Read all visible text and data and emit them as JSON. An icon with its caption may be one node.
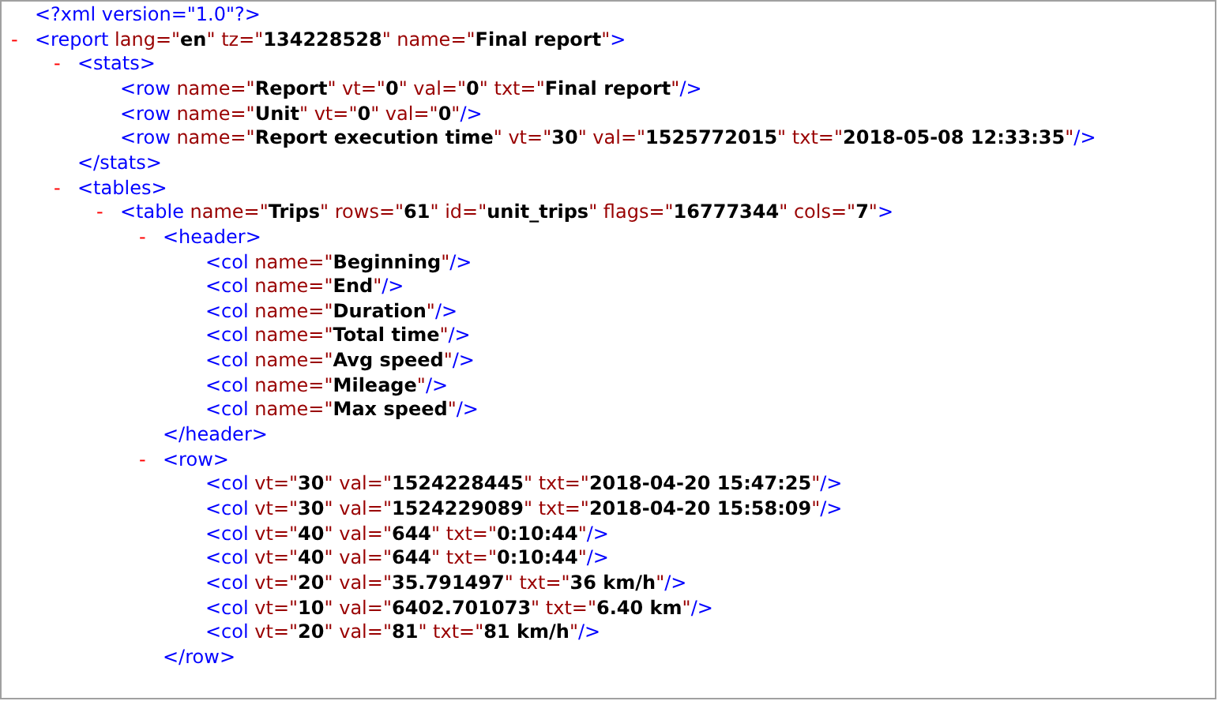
{
  "diagram": {
    "labels": [
      "<?xml version=\"1.0\"?>",
      "-",
      "<report lang=\"en\" tz=\"134228528\" name=\"Final report\">",
      "-",
      "<stats>",
      "<row name=\"Report\" vt=\"0\" val=\"0\" txt=\"Final report\"/>",
      "<row name=\"Unit\" vt=\"0\" val=\"0\"/>",
      "<row name=\"Report execution time\" vt=\"30\" val=\"1525772015\" txt=\"2018-05-08 12:33:35\"/>",
      "</stats>",
      "-",
      "<tables>",
      "-",
      "<table name=\"Trips\" rows=\"61\" id=\"unit_trips\" flags=\"16777344\" cols=\"7\">",
      "-",
      "<header>",
      "<col name=\"Beginning\"/>",
      "<col name=\"End\"/>",
      "<col name=\"Duration\"/>",
      "<col name=\"Total time\"/>",
      "<col name=\"Avg speed\"/>",
      "<col name=\"Mileage\"/>",
      "<col name=\"Max speed\"/>",
      "</header>",
      "-",
      "<row>",
      "<col vt=\"30\" val=\"1524228445\" txt=\"2018-04-20 15:47:25\"/>",
      "<col vt=\"30\" val=\"1524229089\" txt=\"2018-04-20 15:58:09\"/>",
      "<col vt=\"40\" val=\"644\" txt=\"0:10:44\"/>",
      "<col vt=\"40\" val=\"644\" txt=\"0:10:44\"/>",
      "<col vt=\"20\" val=\"35.791497\" txt=\"36 km/h\"/>",
      "<col vt=\"10\" val=\"6402.701073\" txt=\"6.40 km\"/>",
      "<col vt=\"20\" val=\"81\" txt=\"81 km/h\"/>",
      "</row>"
    ]
  }
}
